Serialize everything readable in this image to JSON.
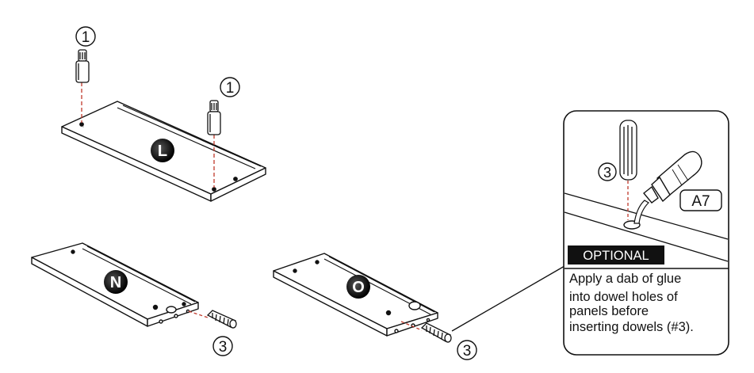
{
  "callouts": {
    "part1": "1",
    "part3": "3",
    "glue": "A7"
  },
  "panels": {
    "L": "L",
    "N": "N",
    "O": "O"
  },
  "inset": {
    "badge": "OPTIONAL",
    "note_lines": [
      "Apply a dab of glue",
      "into dowel holes of",
      "panels before",
      "inserting dowels  (#3)."
    ]
  }
}
